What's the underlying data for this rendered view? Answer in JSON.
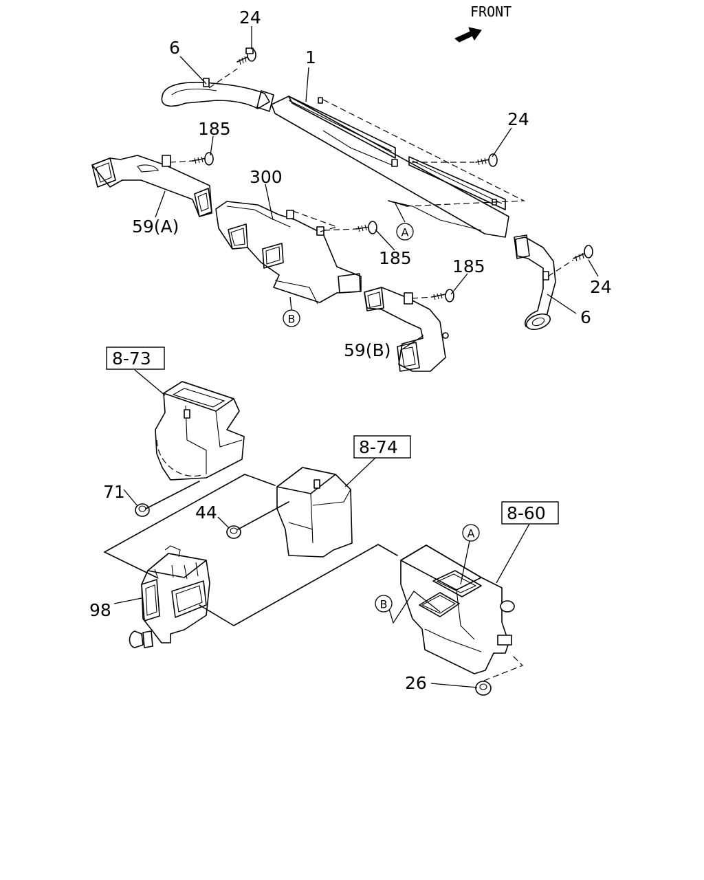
{
  "direction_label": "FRONT",
  "labels": {
    "p24_top": "24",
    "p6_top": "6",
    "p1": "1",
    "p185_top": "185",
    "p24_right": "24",
    "p300": "300",
    "p59a": "59(A)",
    "p185_mid": "185",
    "p185_right": "185",
    "p24_lower": "24",
    "p6_lower": "6",
    "p59b": "59(B)",
    "ref_873": "8-73",
    "ref_874": "8-74",
    "ref_860": "8-60",
    "p71": "71",
    "p44": "44",
    "p98": "98",
    "p26": "26"
  },
  "markers": {
    "a_upper": "A",
    "b_upper": "B",
    "a_lower": "A",
    "b_lower": "B"
  }
}
